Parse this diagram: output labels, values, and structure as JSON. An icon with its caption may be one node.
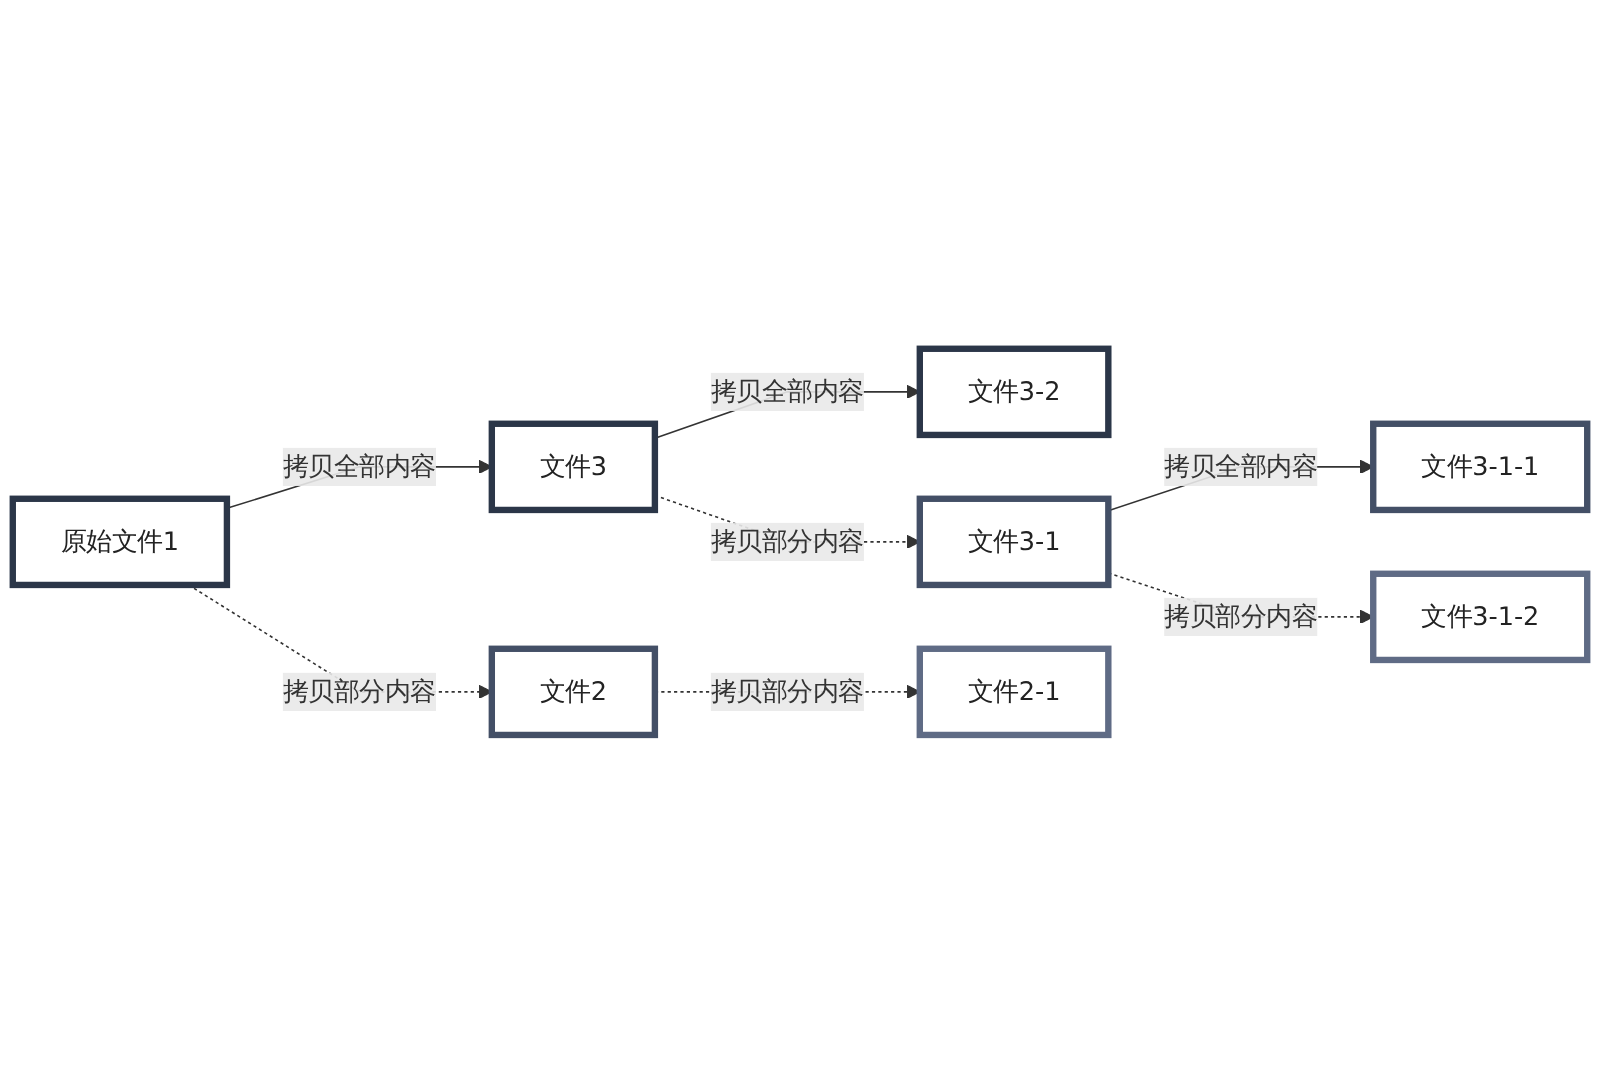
{
  "diagram": {
    "nodes": [
      {
        "text": [
          "原始文件1"
        ]
      },
      {
        "text": [
          "文件3"
        ]
      },
      {
        "text": [
          "文件2"
        ]
      },
      {
        "text": [
          "文件3-2"
        ]
      },
      {
        "text": [
          "文件3-1"
        ]
      },
      {
        "text": [
          "文件2-1"
        ]
      },
      {
        "text": [
          "文件3-1-1"
        ]
      },
      {
        "text": [
          "文件3-1-2"
        ]
      }
    ],
    "edges": [
      {
        "from": 0,
        "to": 1,
        "arrow": "to",
        "label": "拷贝全部内容"
      },
      {
        "from": 0,
        "to": 2,
        "arrow": "to",
        "label": "拷贝部分内容",
        "style": "dashed"
      },
      {
        "from": 1,
        "to": 3,
        "arrow": "to",
        "label": "拷贝全部内容"
      },
      {
        "from": 1,
        "to": 4,
        "arrow": "to",
        "label": "拷贝部分内容",
        "style": "dashed"
      },
      {
        "from": 2,
        "to": 5,
        "arrow": "to",
        "label": "拷贝部分内容",
        "style": "dashed"
      },
      {
        "from": 4,
        "to": 6,
        "arrow": "to",
        "label": "拷贝全部内容"
      },
      {
        "from": 4,
        "to": 7,
        "arrow": "to",
        "label": "拷贝部分内容",
        "style": "dashed"
      }
    ]
  }
}
